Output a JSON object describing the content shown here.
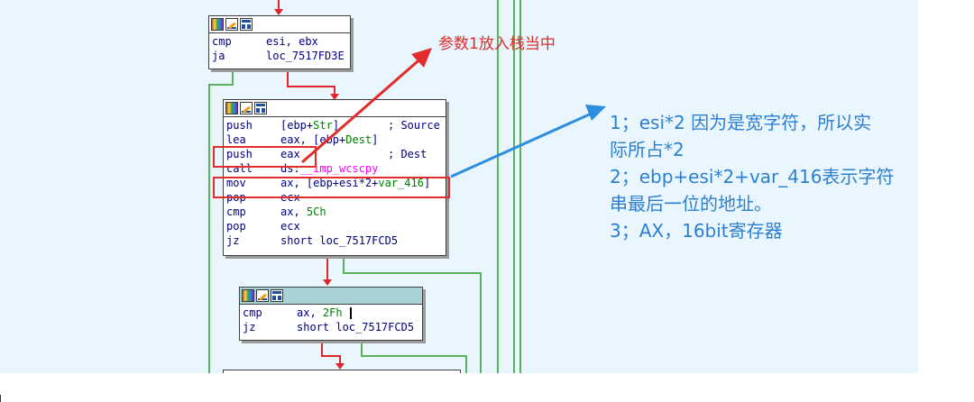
{
  "graph": {
    "block1": {
      "lines": [
        {
          "mnemonic": "cmp",
          "operand": "esi, ebx"
        },
        {
          "mnemonic": "ja",
          "operand": "loc_7517FD3E"
        }
      ]
    },
    "block2": {
      "lines": [
        {
          "mnemonic": "push",
          "op_a": "[ebp+",
          "op_b": "Str",
          "op_c": "]",
          "comment": "; Source"
        },
        {
          "mnemonic": "lea",
          "op_a": "eax, [ebp+",
          "op_b": "Dest",
          "op_c": "]"
        },
        {
          "mnemonic": "push",
          "operand": "eax",
          "comment": "; Dest"
        },
        {
          "mnemonic": "call",
          "op_a": "ds:",
          "op_b": "__imp_wcscpy"
        },
        {
          "mnemonic": "mov",
          "op_a": "ax, [ebp+esi*2+",
          "op_b": "var_416",
          "op_c": "]"
        },
        {
          "mnemonic": "pop",
          "operand": "ecx"
        },
        {
          "mnemonic": "cmp",
          "op_a": "ax, ",
          "op_b": "5Ch"
        },
        {
          "mnemonic": "pop",
          "operand": "ecx"
        },
        {
          "mnemonic": "jz",
          "operand": "short loc_7517FCD5"
        }
      ]
    },
    "block3": {
      "lines": [
        {
          "mnemonic": "cmp",
          "op_a": "ax, ",
          "op_b": "2Fh"
        },
        {
          "mnemonic": "jz",
          "operand": "short loc_7517FCD5"
        }
      ]
    }
  },
  "annotations": {
    "red_note": "参数1放入栈当中",
    "blue_notes": [
      "1；esi*2 因为是宽字符，所以实",
      "际所占*2",
      "2；ebp+esi*2+var_416表示字符",
      "串最后一位的地址。",
      "3；AX，16bit寄存器"
    ]
  },
  "colors": {
    "background": "#eaf6fd",
    "true_edge": "#59b35c",
    "false_edge": "#e0262a",
    "annotation_red": "#e02b2b",
    "annotation_blue": "#2d7fd0",
    "selected_header": "#a7d2d6"
  },
  "icons": [
    "color-palette-icon",
    "edit-node-icon",
    "graph-node-icon"
  ]
}
